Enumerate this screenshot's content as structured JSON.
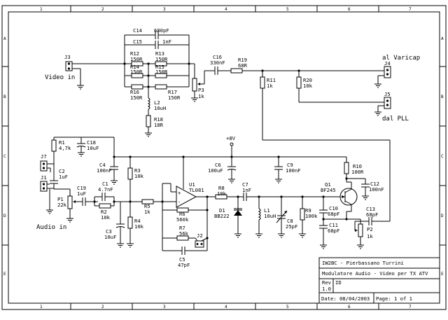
{
  "grid": {
    "cols": [
      "1",
      "2",
      "3",
      "4",
      "5",
      "6",
      "7"
    ],
    "rows": [
      "A",
      "B",
      "C",
      "D",
      "E"
    ]
  },
  "labels": {
    "c14": "C14",
    "c14v": "680pF",
    "c15": "C15",
    "c15v": "1nF",
    "r12": "R12",
    "r12v": "150R",
    "r13": "R13",
    "r13v": "150R",
    "r14": "R14",
    "r14v": "150R",
    "r15": "R15",
    "r15v": "150R",
    "r16": "R16",
    "r16v": "150R",
    "r17": "R17",
    "r17v": "150R",
    "l2": "L2",
    "l2v": "10uH",
    "r18": "R18",
    "r18v": "18R",
    "j3": "J3",
    "video_in": "Video in",
    "p3": "P3",
    "p3v": "1k",
    "c16": "C16",
    "c16v": "330nF",
    "r19": "R19",
    "r19v": "68R",
    "r11": "R11",
    "r11v": "1k",
    "r20": "R20",
    "r20v": "10k",
    "al_varicap": "al Varicap",
    "j4": "J4",
    "j5": "J5",
    "dal_pll": "dal PLL",
    "r1": "R1",
    "r1v": "4,7k",
    "c18": "C18",
    "c18v": "10uF",
    "j7": "J7",
    "c2": "C2",
    "c2v": "1uF",
    "j1": "J1",
    "p1": "P1",
    "p1v": "22k",
    "c19": "C19",
    "c19v": "1uF",
    "c1": "C1",
    "c1v": "4.7nF",
    "r2": "R2",
    "r2v": "10k",
    "audio_in": "Audio in",
    "c3": "C3",
    "c3v": "10uF",
    "c4": "C4",
    "c4v": "100nF",
    "r3": "R3",
    "r3v": "10k",
    "r4": "R4",
    "r4v": "10k",
    "r5": "R5",
    "r5v": "1k",
    "u1": "U1",
    "u1v": "TL081",
    "r6": "R6",
    "r6v": "560k",
    "r7": "R7",
    "r7v": "56k",
    "j2": "J2",
    "c5": "C5",
    "c5v": "47pF",
    "plus8v": "+8V",
    "c6": "C6",
    "c6v": "100uF",
    "c9": "C9",
    "c9v": "100nF",
    "r8": "R8",
    "r8v": "10k",
    "c7": "C7",
    "c7v": "1nF",
    "d1": "D1",
    "d1v": "BB222",
    "l1": "L1",
    "l1v": "10uH",
    "c8": "C8",
    "c8v": "25pF",
    "r9": "R9",
    "r9v": "100k",
    "c10": "C10",
    "c10v": "68pF",
    "c11": "C11",
    "c11v": "68pF",
    "q1": "Q1",
    "q1v": "BF245",
    "r10": "R10",
    "r10v": "100R",
    "c12": "C12",
    "c12v": "100nF",
    "c13": "C13",
    "c13v": "68pF",
    "p2": "P2",
    "p2v": "1k",
    "opamp_plus": "+",
    "opamp_minus": "-"
  },
  "title_block": {
    "author": "IW2BC - Pierbassano Turrini",
    "title": "Modulatore Audio - Video per TX ATV",
    "rev_label": "Rev",
    "rev_value": "1.0",
    "id_label": "ID",
    "date": "Date: 08/04/2003",
    "page": "Page: 1 of 1"
  }
}
